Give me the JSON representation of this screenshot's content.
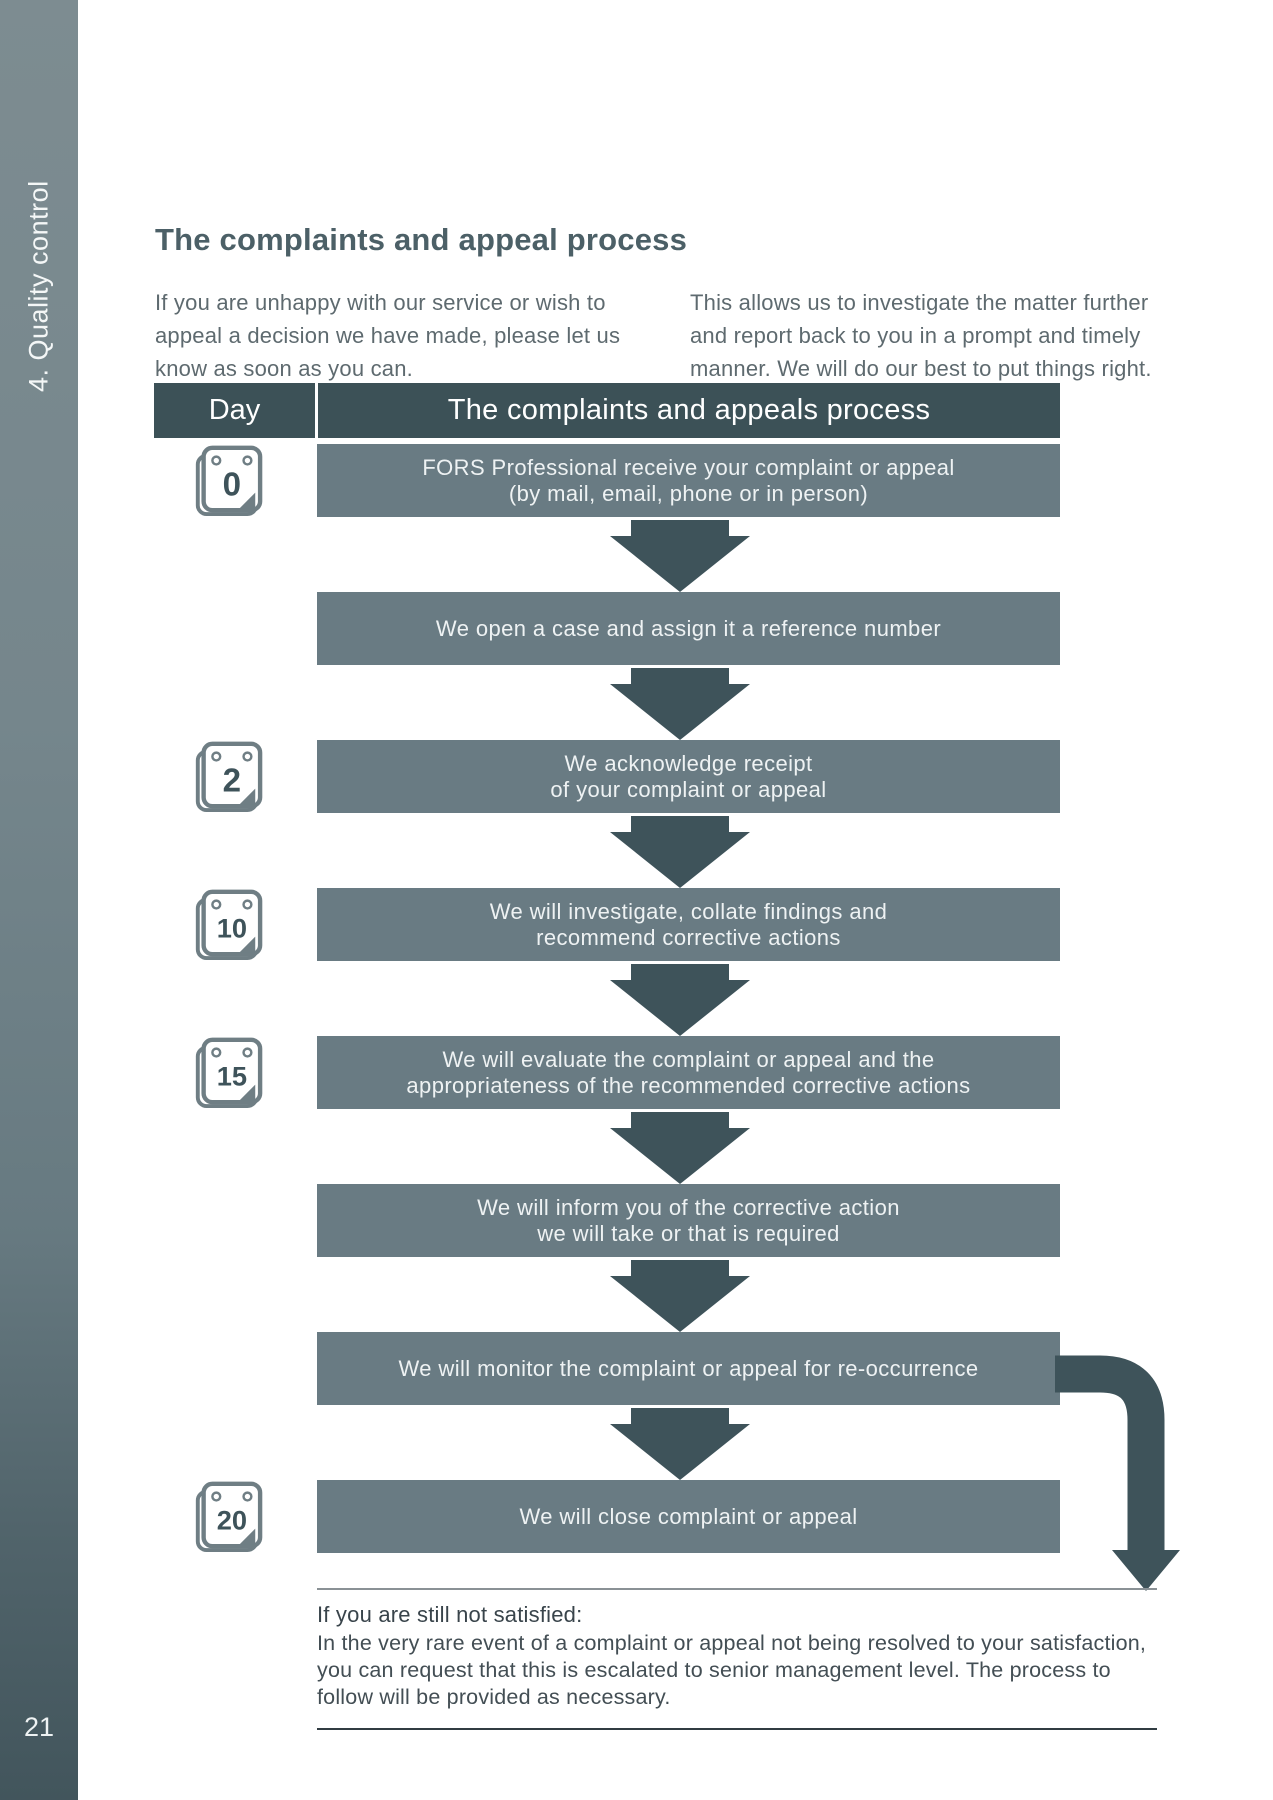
{
  "sidebar": {
    "section_label": "4. Quality control",
    "page_number": "21"
  },
  "title": "The complaints and appeal process",
  "intro": {
    "left": "If you are unhappy with our service or wish to\nappeal a decision we have made, please let us\nknow as soon as you can.",
    "right": "This allows us to investigate the matter further\nand report back to you in a prompt and timely\nmanner. We will do our best to put things right."
  },
  "table": {
    "header": {
      "day": "Day",
      "process": "The complaints and appeals process"
    },
    "steps": [
      {
        "day": "0",
        "text": "FORS Professional receive your complaint or appeal\n(by mail, email, phone or in person)"
      },
      {
        "day": "",
        "text": "We open a case and assign it a reference number"
      },
      {
        "day": "2",
        "text": "We acknowledge receipt\nof your complaint or appeal"
      },
      {
        "day": "10",
        "text": "We will investigate, collate findings and\nrecommend corrective actions"
      },
      {
        "day": "15",
        "text": "We will evaluate the complaint or appeal and the\nappropriateness of the recommended corrective actions"
      },
      {
        "day": "",
        "text": "We will inform you of the corrective action\nwe will take or that is required"
      },
      {
        "day": "",
        "text": "We will monitor the complaint or appeal for re-occurrence"
      },
      {
        "day": "20",
        "text": "We will close complaint or appeal"
      }
    ]
  },
  "note": {
    "heading": "If you are still not satisfied:",
    "body": "In the very rare event of a complaint or appeal not being resolved to your satisfaction,\nyou can request that this is escalated to senior management level. The process to\nfollow will be provided as necessary."
  },
  "colors": {
    "header_bg": "#3c5157",
    "box_bg": "#697b83",
    "arrow": "#3e535a",
    "title_text": "#4c6067",
    "icon_stroke": "#6f7e84"
  }
}
